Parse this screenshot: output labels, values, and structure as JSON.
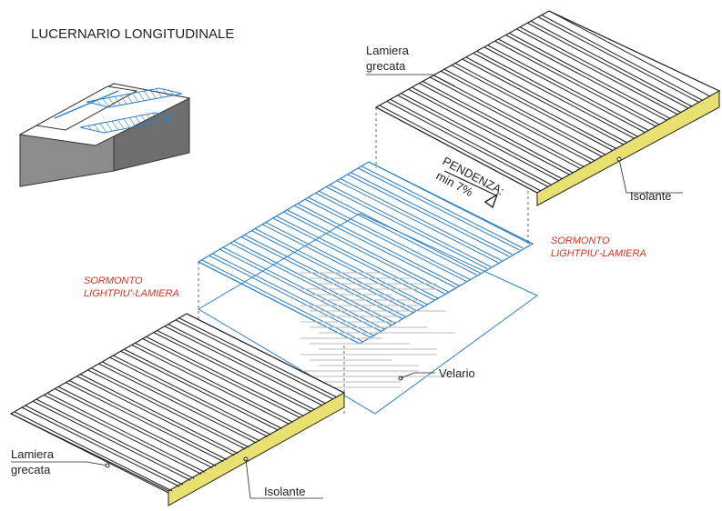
{
  "title": "LUCERNARIO LONGITUDINALE",
  "labels": {
    "lamiera_top_1": "Lamiera",
    "lamiera_top_2": "grecata",
    "isolante_top": "Isolante",
    "pendenza_1": "PENDENZA:",
    "pendenza_2": "min 7%",
    "sormonto_right_1": "SORMONTO",
    "sormonto_right_2": "LIGHTPIU'-LAMIERA",
    "sormonto_left_1": "SORMONTO",
    "sormonto_left_2": "LIGHTPIU'-LAMIERA",
    "velario": "Velario",
    "lamiera_bottom_1": "Lamiera",
    "lamiera_bottom_2": "grecata",
    "isolante_bottom": "Isolante"
  },
  "colors": {
    "sheet_outline": "#222222",
    "insulation": "#e8e070",
    "lightpiu": "#2f7fc4",
    "sormonto_text": "#e03020",
    "building_wall": "#9a9a9a"
  }
}
